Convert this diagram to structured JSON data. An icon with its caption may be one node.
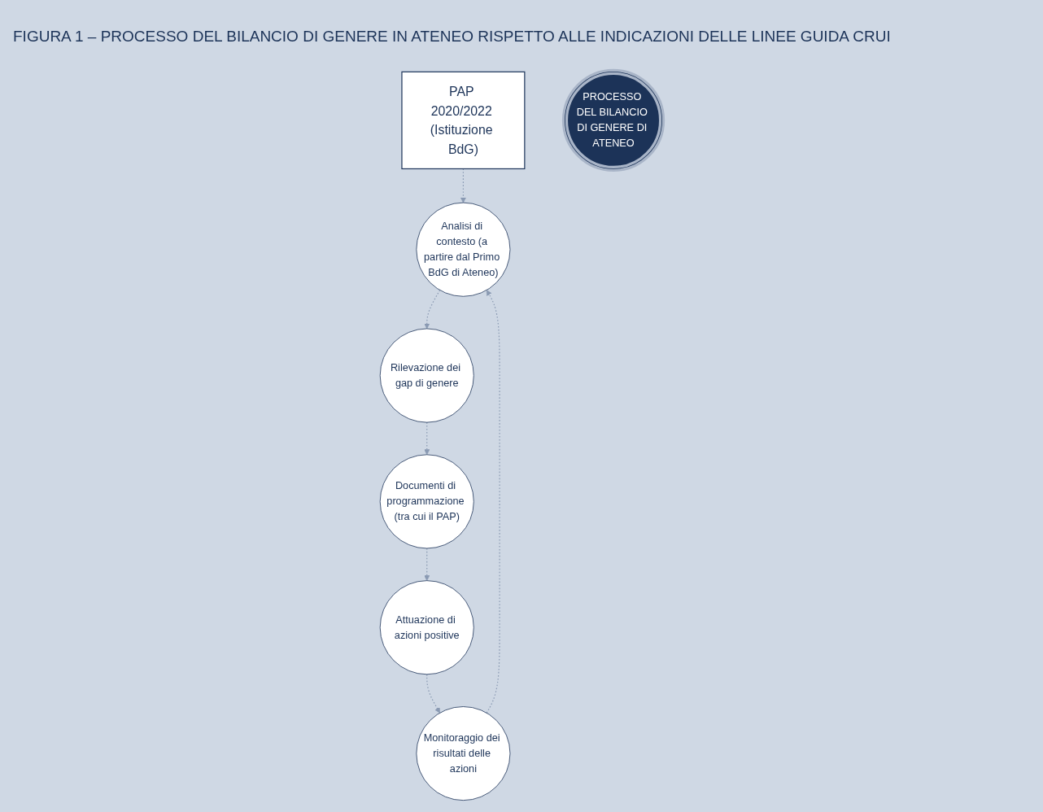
{
  "diagram": {
    "title": "FIGURA 1 – PROCESSO DEL BILANCIO DI GENERE IN ATENEO RISPETTO ALLE INDICAZIONI DELLE LINEE GUIDA CRUI",
    "nodes": [
      {
        "text": [
          "PAP 2020/2022 (Istituzione BdG)"
        ]
      },
      {
        "text": [
          "Analisi di contesto (a partire dal Primo BdG di Ateneo)"
        ]
      },
      {
        "text": [
          "Rilevazione dei gap di genere"
        ]
      },
      {
        "text": [
          "Documenti di programmazione (tra cui il PAP)"
        ]
      },
      {
        "text": [
          "Attuazione di azioni positive"
        ]
      },
      {
        "text": [
          "Monitoraggio dei risultati delle azioni"
        ]
      },
      {
        "text": [
          "PROCESSO DEL BILANCIO DI GENERE DI ATENEO"
        ]
      }
    ],
    "edges": [
      {
        "from": 0,
        "to": 1,
        "arrow": "to",
        "style": "dashed"
      },
      {
        "from": 1,
        "to": 2,
        "arrow": "to",
        "style": "dashed"
      },
      {
        "from": 2,
        "to": 3,
        "arrow": "to",
        "style": "dashed"
      },
      {
        "from": 3,
        "to": 4,
        "arrow": "to",
        "style": "dashed"
      },
      {
        "from": 4,
        "to": 5,
        "arrow": "to",
        "style": "dashed"
      },
      {
        "from": 5,
        "to": 1,
        "arrow": "to",
        "style": "dashed"
      }
    ]
  }
}
